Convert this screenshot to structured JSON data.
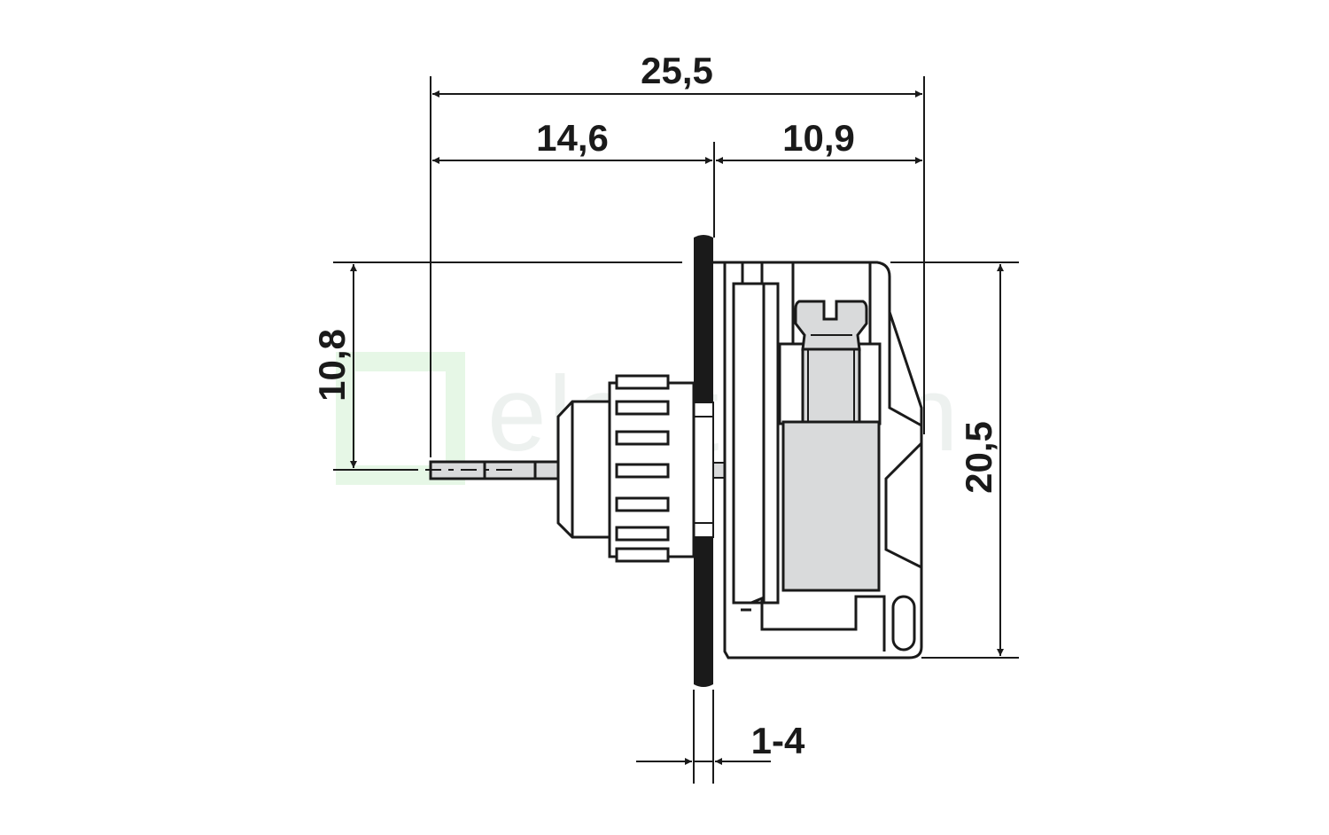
{
  "drawing": {
    "type": "technical-dimension-drawing",
    "unit_hint": "mm",
    "watermark": "electricon",
    "colors": {
      "line": "#1a1a1a",
      "panel": "#1a1a1a",
      "part_fill": "#d9dadb",
      "background": "#ffffff",
      "watermark_green": "#e6f7e6",
      "watermark_gray": "#dfe6e3"
    },
    "dimensions": {
      "overall_width": "25,5",
      "front_length": "14,6",
      "rear_length": "10,9",
      "front_height": "10,8",
      "overall_height": "20,5",
      "panel_thickness": "1-4"
    }
  }
}
